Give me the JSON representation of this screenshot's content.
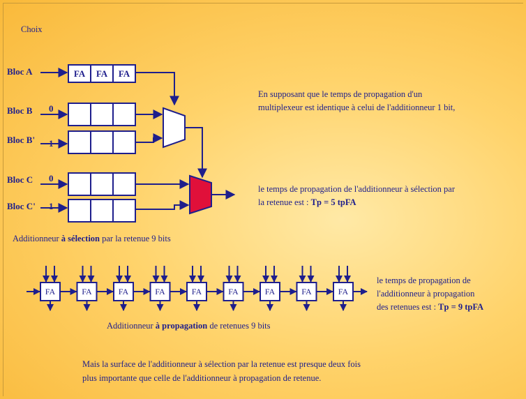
{
  "title": "Choix",
  "blocks": {
    "bloc_a": "Bloc A",
    "bloc_b": "Bloc B",
    "bloc_b2": "Bloc B'",
    "bloc_c": "Bloc C",
    "bloc_c2": "Bloc C'",
    "carry_0": "0",
    "carry_1": "1",
    "fa": "FA"
  },
  "selection_caption": {
    "pre": "Additionneur ",
    "bold": "à  sélection",
    "post": " par la retenue 9 bits"
  },
  "text1": {
    "line1": "En supposant que le temps de propagation d'un",
    "line2": "multiplexeur est identique à celui de l'additionneur 1 bit,"
  },
  "text2": {
    "line1": "le temps de propagation de l'additionneur à sélection par",
    "line2_pre": "la  retenue est : ",
    "line2_bold": "Tp = 5 tpFA"
  },
  "text3": {
    "line1": "le temps de propagation de",
    "line2": "l'additionneur à propagation",
    "line3_pre": "des retenues est : ",
    "line3_bold": "Tp = 9 tpFA"
  },
  "propagation_caption": {
    "pre": "Additionneur ",
    "bold": "à propagation",
    "post": " de retenues 9 bits"
  },
  "conclusion": {
    "line1": "Mais la surface de l'additionneur à sélection par la retenue est presque deux fois",
    "line2": "plus importante que celle de l'additionneur à propagation de retenue."
  },
  "colors": {
    "line": "#1e1e8c",
    "mux_selected": "#e0103a",
    "box_fill": "#ffffff"
  }
}
